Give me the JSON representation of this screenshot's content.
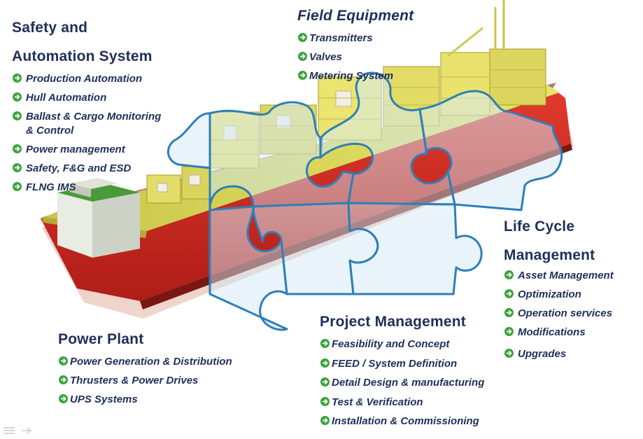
{
  "colors": {
    "heading": "#1f2f5a",
    "bullet": "#3aa33a",
    "hull_red": "#d42a22",
    "deck_yellow": "#e6e14a",
    "puzzle_outline": "#2e7fb8"
  },
  "bullet_icon": "green-circle-arrow-icon",
  "safety": {
    "title_line1": "Safety and",
    "title_line2": "Automation System",
    "items": [
      "Production Automation",
      "Hull Automation",
      "Ballast & Cargo Monitoring",
      "& Control",
      "Power management",
      "Safety, F&G and ESD",
      "FLNG IMS"
    ]
  },
  "field": {
    "title": "Field Equipment",
    "items": [
      "Transmitters",
      "Valves",
      "Metering System"
    ]
  },
  "lifecycle": {
    "title_line1": "Life Cycle",
    "title_line2": "Management",
    "items": [
      "Asset Management",
      "Optimization",
      "Operation services",
      "Modifications",
      "Upgrades"
    ]
  },
  "project": {
    "title": "Project Management",
    "items": [
      "Feasibility and Concept",
      "FEED / System Definition",
      "Detail Design & manufacturing",
      "Test & Verification",
      "Installation & Commissioning"
    ]
  },
  "power": {
    "title": "Power Plant",
    "items": [
      "Power Generation & Distribution",
      "Thrusters & Power Drives",
      "UPS Systems"
    ]
  },
  "nav": [
    "menu-icon",
    "next-slide-icon"
  ]
}
